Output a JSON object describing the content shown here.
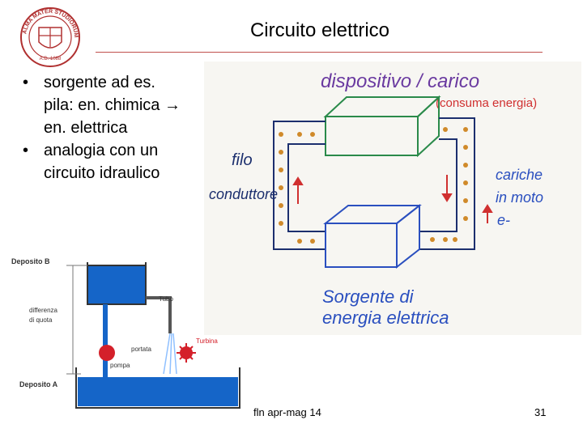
{
  "slide": {
    "title": "Circuito elettrico",
    "bullets": [
      "sorgente ad es. pila: en. chimica → en. elettrica",
      "analogia con un circuito idraulico"
    ],
    "footer": "fln apr-mag 14",
    "page_number": "31"
  },
  "sketch": {
    "label_top": "dispositivo / carico",
    "label_consumes": "(consuma energia)",
    "label_left_1": "filo",
    "label_left_2": "conduttore",
    "label_right_1": "cariche",
    "label_right_2": "in moto",
    "label_right_3": "e-",
    "label_bottom_1": "Sorgente di",
    "label_bottom_2": "energia elettrica"
  },
  "hydraulic": {
    "deposito_b": "Deposito B",
    "tubo": "Tubo",
    "differenza_1": "differenza",
    "differenza_2": "di quota",
    "turbina": "Turbina",
    "portata": "portata",
    "pompa": "pompa",
    "deposito_a": "Deposito A"
  },
  "seal": {
    "text": "ALMA MATER STUDIORUM A.D. 1088"
  },
  "colors": {
    "accent_rule": "#c0504d",
    "water": "#1565c8",
    "pump": "#d4202a",
    "handwriting_blue": "#2a4fbf",
    "handwriting_purple": "#6a3aa0",
    "handwriting_red": "#d03030"
  }
}
